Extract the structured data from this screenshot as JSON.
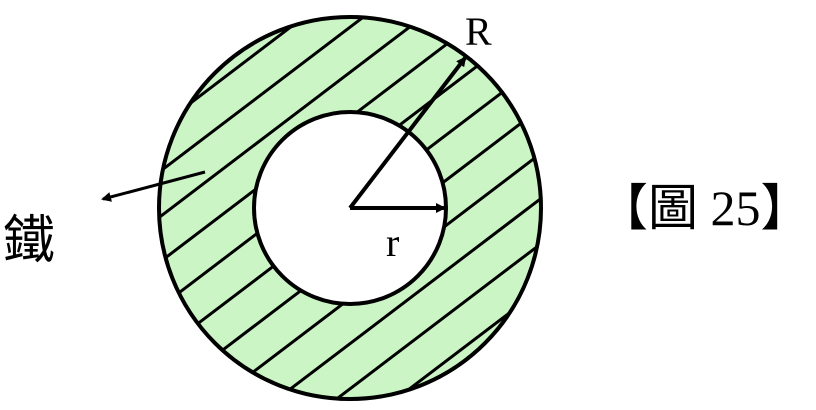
{
  "labels": {
    "outer_radius": "R",
    "inner_radius": "r",
    "material": "鐵",
    "figure_caption": "【圖 25】"
  },
  "colors": {
    "ring_fill": "#ccf5c6",
    "stroke": "#000000"
  }
}
